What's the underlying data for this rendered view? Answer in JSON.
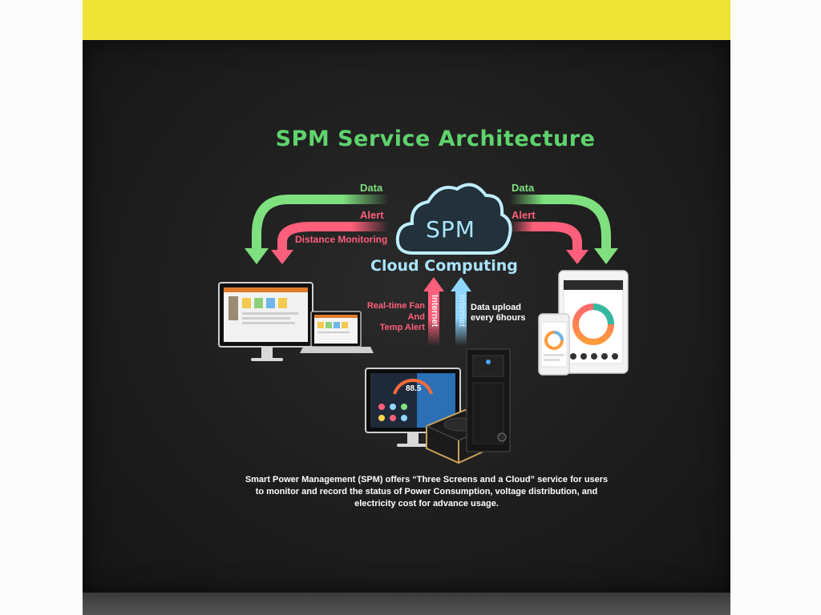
{
  "diagram": {
    "title": "SPM Service Architecture",
    "cloud_label": "SPM",
    "cloud_caption": "Cloud Computing",
    "left_data": "Data",
    "left_alert": "Alert",
    "left_monitoring": "Distance Monitoring",
    "right_data": "Data",
    "right_alert": "Alert",
    "realtime_line1": "Real-time Fan",
    "realtime_line2": "And",
    "realtime_line3": "Temp Alert",
    "internet_left": "Internet",
    "internet_right": "Internet",
    "upload_line1": "Data upload",
    "upload_line2": "every 6hours",
    "monitor_value": "88.5",
    "description_line1": "Smart Power Management (SPM) offers “Three Screens and a Cloud” service for users",
    "description_line2": "to monitor and record the status of Power Consumption, voltage distribution, and",
    "description_line3": "electricity cost for advance usage."
  },
  "colors": {
    "title": "#5fd36d",
    "data_arrow": "#7fe07f",
    "alert_arrow": "#ff5f7a",
    "upload_arrow": "#8fd6ff",
    "panel": "#1d1d1d",
    "band": "#efe335"
  }
}
